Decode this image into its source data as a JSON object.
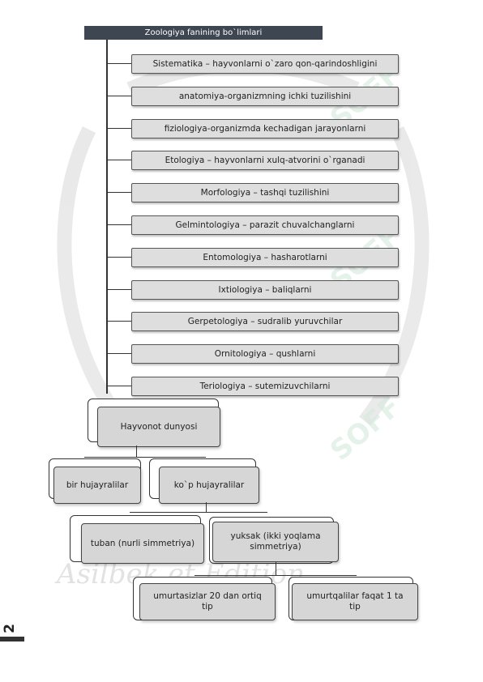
{
  "header": {
    "title": "Zoologiya fanining bo`limlari"
  },
  "sections": [
    "Sistematika – hayvonlarni o`zaro qon-qarindoshligini",
    "anatomiya-organizmning ichki tuzilishini",
    "fiziologiya-organizmda kechadigan jarayonlarni",
    "Etologiya – hayvonlarni xulq-atvorini o`rganadi",
    "Morfologiya – tashqi tuzilishini",
    "Gelmintologiya – parazit chuvalchanglarni",
    "Entomologiya – hasharotlarni",
    "Ixtiologiya – baliqlarni",
    "Gerpetologiya – sudralib yuruvchilar",
    "Ornitologiya – qushlarni",
    "Teriologiya – sutemizuvchilarni"
  ],
  "tree": {
    "root": "Hayvonot dunyosi",
    "unicellular": "bir hujayralilar",
    "multicellular": "ko`p hujayralilar",
    "lower": "tuban (nurli simmetriya)",
    "higher": "yuksak (ikki yoqlama simmetriya)",
    "invertebrates": "umurtasizlar 20 dan ortiq tip",
    "vertebrates": "umurtqalilar  faqat 1 ta tip"
  },
  "page_number": "2",
  "watermark": {
    "text": "SOFF",
    "script_text": "Asilbek et Edition"
  },
  "colors": {
    "header": "#3e4652",
    "box": "#d6d6d6",
    "item": "#dedede"
  }
}
